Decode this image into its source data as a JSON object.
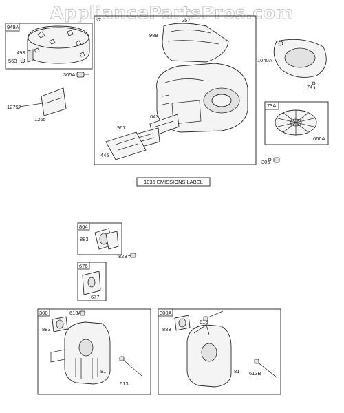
{
  "watermark": "AppliancePartsPros.com",
  "caption": "1036 EMISSIONS LABEL",
  "groups": {
    "g949A": "949A",
    "g73A": "73A",
    "g864": "864",
    "g676": "676",
    "g300": "300",
    "g300A": "300A"
  },
  "labels": {
    "l257": "257",
    "l988": "988",
    "l493": "493",
    "l563": "563",
    "l305A": "305A",
    "l1279": "1279",
    "l1265": "1265",
    "l643": "643",
    "l967": "967",
    "l445": "445",
    "l1040A": "1040A",
    "l74": "74",
    "l666A": "666A",
    "l305": "305",
    "l883a": "883",
    "l823": "823",
    "l677": "677",
    "l613A": "613A",
    "l883b": "883",
    "l81a": "81",
    "l613a": "613",
    "l613b": "613",
    "l883c": "883",
    "l81b": "81",
    "l613B": "613B"
  }
}
